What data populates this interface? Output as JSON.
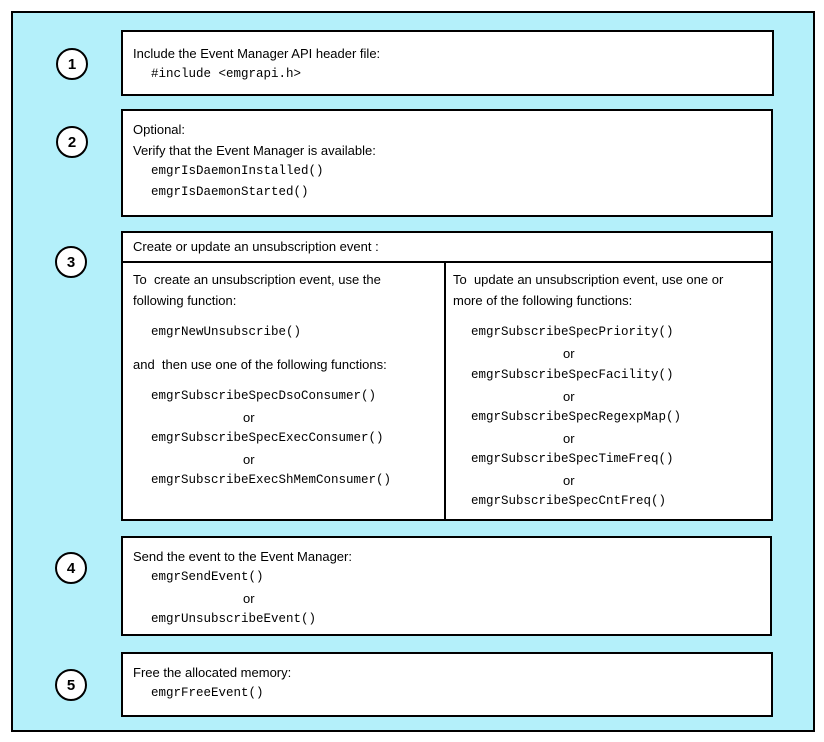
{
  "step_numbers": [
    "1",
    "2",
    "3",
    "4",
    "5"
  ],
  "step1": {
    "text": "Include the Event Manager API header file:",
    "code": "#include <emgrapi.h>"
  },
  "step2": {
    "line1": "Optional:",
    "line2": "Verify that the Event Manager is available:",
    "code1": "emgrIsDaemonInstalled()",
    "code2": "emgrIsDaemonStarted()"
  },
  "step3": {
    "header": "Create or update an unsubscription event :",
    "left": {
      "line1": "To  create an unsubscription event, use the",
      "line2": "following function:",
      "code_new": "emgrNewUnsubscribe()",
      "then_text": "and  then use one of the following functions:",
      "code1": "emgrSubscribeSpecDsoConsumer()",
      "or1": "or",
      "code2": "emgrSubscribeSpecExecConsumer()",
      "or2": "or",
      "code3": "emgrSubscribeExecShMemConsumer()"
    },
    "right": {
      "line1": "To  update an unsubscription event, use one or",
      "line2": "more of the following functions:",
      "code1": "emgrSubscribeSpecPriority()",
      "or1": "or",
      "code2": "emgrSubscribeSpecFacility()",
      "or2": "or",
      "code3": "emgrSubscribeSpecRegexpMap()",
      "or3": "or",
      "code4": "emgrSubscribeSpecTimeFreq()",
      "or4": "or",
      "code5": "emgrSubscribeSpecCntFreq()"
    }
  },
  "step4": {
    "text": "Send the event to the Event Manager:",
    "code1": "emgrSendEvent()",
    "or1": "or",
    "code2": "emgrUnsubscribeEvent()"
  },
  "step5": {
    "text": "Free the allocated memory:",
    "code": "emgrFreeEvent()"
  },
  "colors": {
    "background": "#b4f0fa",
    "box": "#ffffff",
    "border": "#000000"
  }
}
